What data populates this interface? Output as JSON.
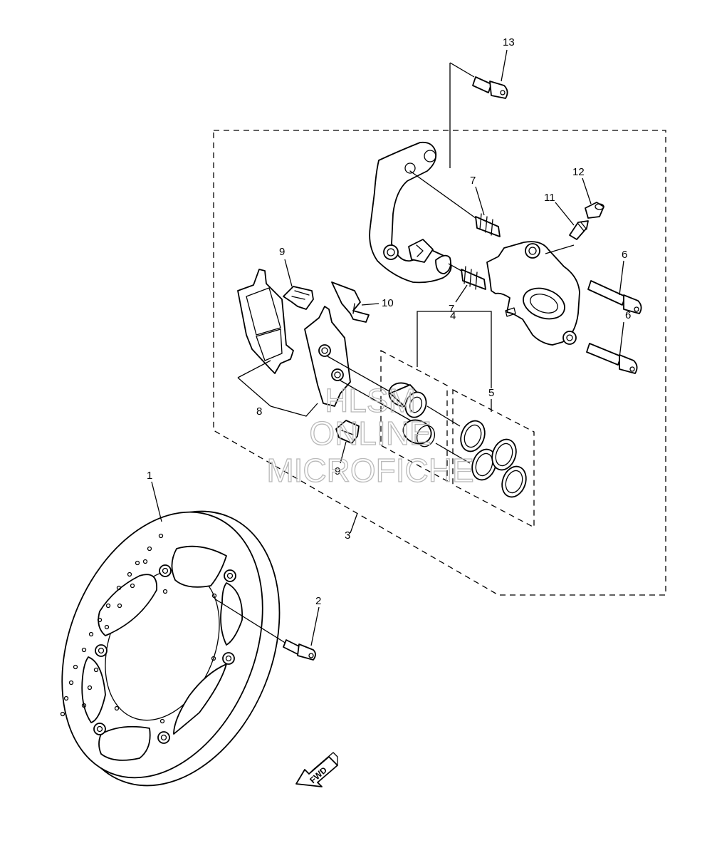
{
  "callouts": {
    "c1": "1",
    "c2": "2",
    "c3": "3",
    "c4": "4",
    "c5": "5",
    "c6a": "6",
    "c6b": "6",
    "c7a": "7",
    "c7b": "7",
    "c8": "8",
    "c9a": "9",
    "c9b": "9",
    "c10": "10",
    "c11": "11",
    "c12": "12",
    "c13": "13"
  },
  "direction_marker": "FWD",
  "watermark": {
    "line1": "HLSM",
    "line2": "ONLINE",
    "line3": "MICROFICHE"
  }
}
